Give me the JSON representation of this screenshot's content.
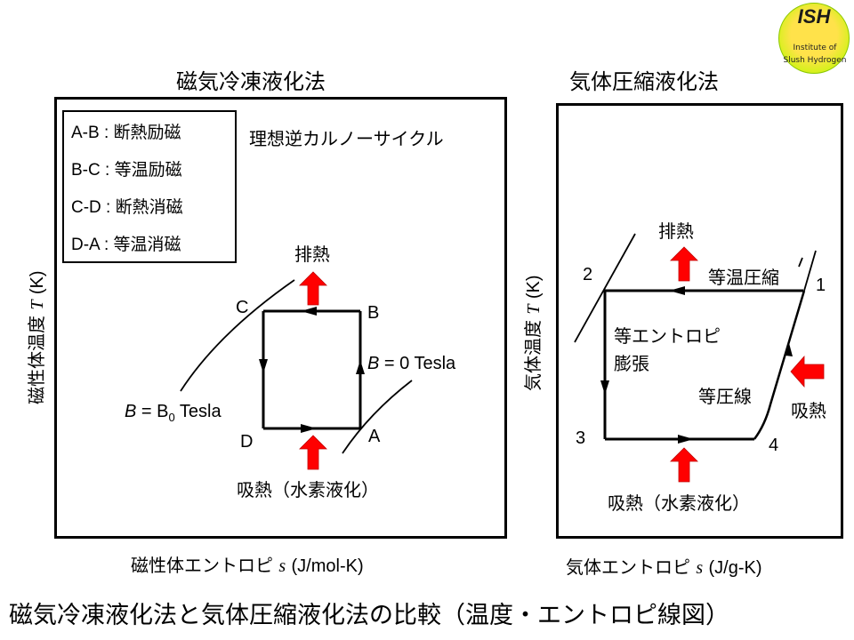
{
  "logo": {
    "abbr": "ISH",
    "line1": "Institute of",
    "line2": "Slush Hydrogen",
    "colors": {
      "inner": "#ffe24a",
      "outer": "#b8e81a"
    }
  },
  "left_panel": {
    "title": "磁気冷凍液化法",
    "cycle_name": "理想逆カルノーサイクル",
    "legend": [
      {
        "key": "A-B",
        "sep": " : ",
        "label": "断熱励磁"
      },
      {
        "key": "B-C",
        "sep": " : ",
        "label": "等温励磁"
      },
      {
        "key": "C-D",
        "sep": " : ",
        "label": "断熱消磁"
      },
      {
        "key": "D-A",
        "sep": " : ",
        "label": "等温消磁"
      }
    ],
    "y_axis": {
      "label": "磁性体温度",
      "symbol": "T",
      "unit": "(K)"
    },
    "x_axis": {
      "label": "磁性体エントロピ",
      "symbol": "s",
      "unit": "(J/mol-K)"
    },
    "points": {
      "A": "A",
      "B": "B",
      "C": "C",
      "D": "D"
    },
    "curve_high": {
      "var": "B",
      "eq": " = B",
      "sub": "0",
      "unit": " Tesla"
    },
    "curve_low": {
      "var": "B",
      "eq": " = 0 Tesla"
    },
    "heat_out": "排熱",
    "heat_in": "吸熱（水素液化）"
  },
  "right_panel": {
    "title": "気体圧縮液化法",
    "y_axis": {
      "label": "気体温度",
      "symbol": "T",
      "unit": "(K)"
    },
    "x_axis": {
      "label": "気体エントロピ",
      "symbol": "s",
      "unit": "(J/g-K)"
    },
    "points": {
      "p1": "1",
      "p2": "2",
      "p3": "3",
      "p4": "4"
    },
    "isothermal_compression": "等温圧縮",
    "isentropic_expansion_1": "等エントロピ",
    "isentropic_expansion_2": "膨張",
    "isobar": "等圧線",
    "heat_out": "排熱",
    "heat_in_side": "吸熱",
    "heat_in": "吸熱（水素液化）"
  },
  "footer": {
    "title": "磁気冷凍液化法と気体圧縮液化法の比較（温度・エントロピ線図）"
  },
  "colors": {
    "arrow": "#ff0000",
    "arrow_outline": "#b00000",
    "line": "#000000"
  }
}
